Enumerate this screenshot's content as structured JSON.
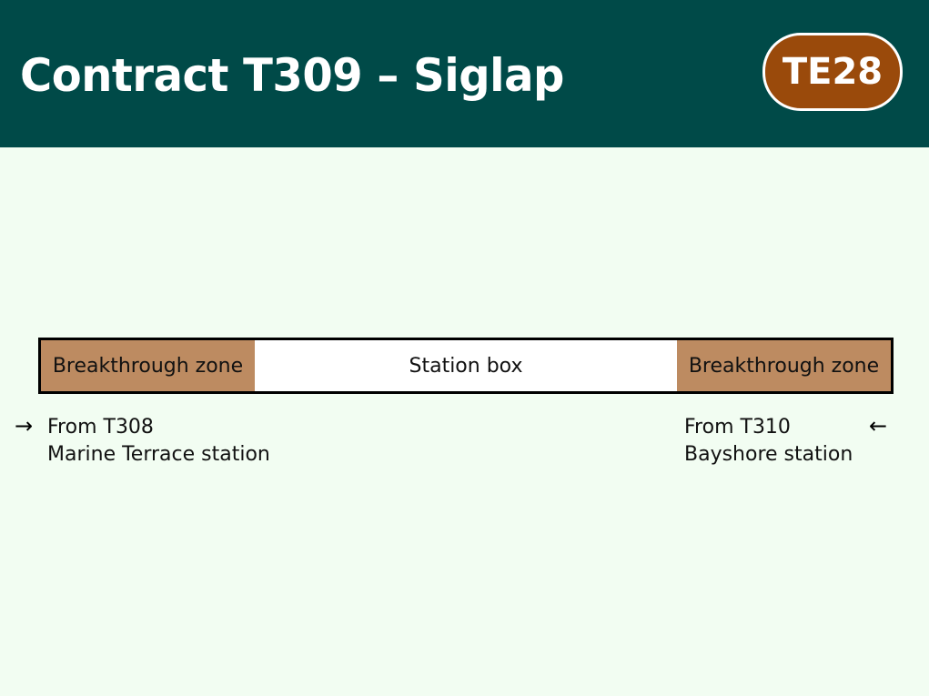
{
  "header": {
    "title": "Contract T309 – Siglap",
    "badge": "TE28",
    "background_color": "#004a48",
    "badge_color": "#9a4a0b"
  },
  "diagram": {
    "left_zone": "Breakthrough zone",
    "center": "Station box",
    "right_zone": "Breakthrough zone",
    "zone_color": "#bd8b61"
  },
  "labels": {
    "left": {
      "arrow": "→",
      "line1": "From T308",
      "line2": "Marine Terrace station"
    },
    "right": {
      "arrow": "←",
      "line1": "From T310",
      "line2": "Bayshore station"
    }
  }
}
